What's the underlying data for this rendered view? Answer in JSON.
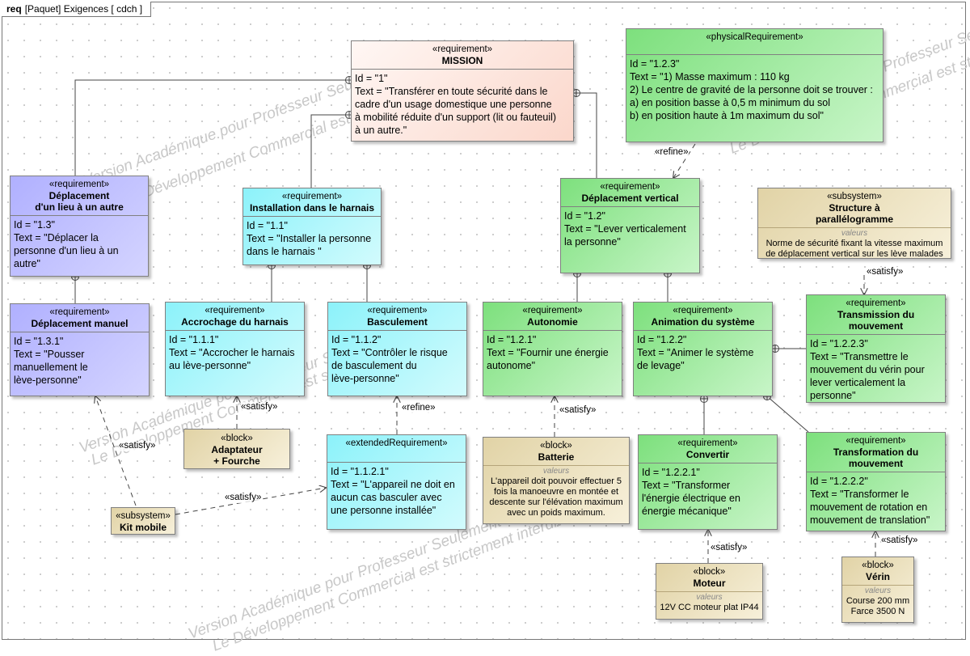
{
  "frame": {
    "keyword": "req",
    "title": "[Paquet] Exigences [ cdch ]"
  },
  "watermarks": [
    "Version Académique pour Professeur Seulement",
    "Le Développement Commercial est strictement interdit"
  ],
  "colors": {
    "requirement_pink": "#fbd7cb",
    "requirement_purple": "#b0b0ff",
    "requirement_cyan": "#8cf2fa",
    "requirement_green": "#7de07d",
    "block": "#e1d3a6"
  },
  "elements": {
    "mission": {
      "stereotype": "«requirement»",
      "name": "MISSION",
      "lines": [
        "Id = \"1\"",
        "Text = \"Transférer en toute sécurité dans le",
        "cadre d'un usage domestique une personne",
        "à mobilité réduite d'un support (lit ou fauteuil)",
        "à un autre.\""
      ]
    },
    "req_1_2_3": {
      "stereotype": "«physicalRequirement»",
      "name": "",
      "lines": [
        "Id = \"1.2.3\"",
        "Text = \"1) Masse maximum : 110 kg",
        "2) Le centre de gravité de la personne doit se trouver :",
        "a) en position basse à 0,5 m minimum du sol",
        "b) en position haute à 1m maximum du sol\""
      ]
    },
    "req_1_3": {
      "stereotype": "«requirement»",
      "name": "Déplacement\nd'un lieu à un autre",
      "lines": [
        "Id = \"1.3\"",
        "Text = \"Déplacer la",
        "personne d'un lieu à un",
        "autre\""
      ]
    },
    "req_1_1": {
      "stereotype": "«requirement»",
      "name": "Installation dans le harnais",
      "lines": [
        "Id = \"1.1\"",
        "Text = \"Installer la personne",
        "dans le harnais \""
      ]
    },
    "req_1_2": {
      "stereotype": "«requirement»",
      "name": "Déplacement vertical",
      "lines": [
        "Id = \"1.2\"",
        "Text = \"Lever verticalement",
        "la personne\""
      ]
    },
    "structure": {
      "stereotype": "«subsystem»",
      "name": "Structure à\nparallélogramme",
      "values_header": "valeurs",
      "values": [
        "Norme de sécurité fixant la vitesse maximum",
        "de déplacement vertical sur les lève malades"
      ]
    },
    "req_1_3_1": {
      "stereotype": "«requirement»",
      "name": "Déplacement manuel",
      "lines": [
        "Id = \"1.3.1\"",
        "Text = \"Pousser",
        "manuellement le",
        "lève-personne\""
      ]
    },
    "req_1_1_1": {
      "stereotype": "«requirement»",
      "name": "Accrochage du harnais",
      "lines": [
        "Id = \"1.1.1\"",
        "Text = \"Accrocher le harnais",
        "au lève-personne\""
      ]
    },
    "req_1_1_2": {
      "stereotype": "«requirement»",
      "name": "Basculement",
      "lines": [
        "Id = \"1.1.2\"",
        "Text = \"Contrôler le risque",
        "de basculement du",
        "lève-personne\""
      ]
    },
    "req_1_2_1": {
      "stereotype": "«requirement»",
      "name": "Autonomie",
      "lines": [
        "Id = \"1.2.1\"",
        "Text = \"Fournir une énergie",
        "autonome\""
      ]
    },
    "req_1_2_2": {
      "stereotype": "«requirement»",
      "name": "Animation du système",
      "lines": [
        "Id = \"1.2.2\"",
        "Text = \"Animer le système",
        "de levage\""
      ]
    },
    "req_1_2_2_3": {
      "stereotype": "«requirement»",
      "name": "Transmission du\nmouvement",
      "lines": [
        "Id = \"1.2.2.3\"",
        "Text = \"Transmettre le",
        "mouvement du vérin pour",
        "lever verticalement la",
        "personne\""
      ]
    },
    "adaptateur": {
      "stereotype": "«block»",
      "name": "Adaptateur\n+ Fourche"
    },
    "req_1_1_2_1": {
      "stereotype": "«extendedRequirement»",
      "name": "",
      "lines": [
        "Id = \"1.1.2.1\"",
        "Text = \"L'appareil ne doit en",
        "aucun cas basculer avec",
        "une personne installée\""
      ]
    },
    "batterie": {
      "stereotype": "«block»",
      "name": "Batterie",
      "values_header": "valeurs",
      "values": [
        "L'appareil doit pouvoir effectuer 5",
        "fois la manoeuvre en montée et",
        "descente sur l'élévation maximum",
        "avec un poids maximum."
      ]
    },
    "req_1_2_2_1": {
      "stereotype": "«requirement»",
      "name": "Convertir",
      "lines": [
        "Id = \"1.2.2.1\"",
        "Text = \"Transformer",
        "l'énergie électrique en",
        "énergie mécanique\""
      ]
    },
    "req_1_2_2_2": {
      "stereotype": "«requirement»",
      "name": "Transformation du\nmouvement",
      "lines": [
        "Id = \"1.2.2.2\"",
        "Text = \"Transformer le",
        "mouvement de rotation en",
        "mouvement de translation\""
      ]
    },
    "kit_mobile": {
      "stereotype": "«subsystem»",
      "name": "Kit mobile"
    },
    "moteur": {
      "stereotype": "«block»",
      "name": "Moteur",
      "values_header": "valeurs",
      "values": [
        "12V CC moteur plat IP44"
      ]
    },
    "verin": {
      "stereotype": "«block»",
      "name": "Vérin",
      "values_header": "valeurs",
      "values": [
        "Course 200 mm",
        "Farce 3500 N"
      ]
    }
  },
  "relations": {
    "refine": "«refine»",
    "satisfy": "«satisfy»"
  }
}
